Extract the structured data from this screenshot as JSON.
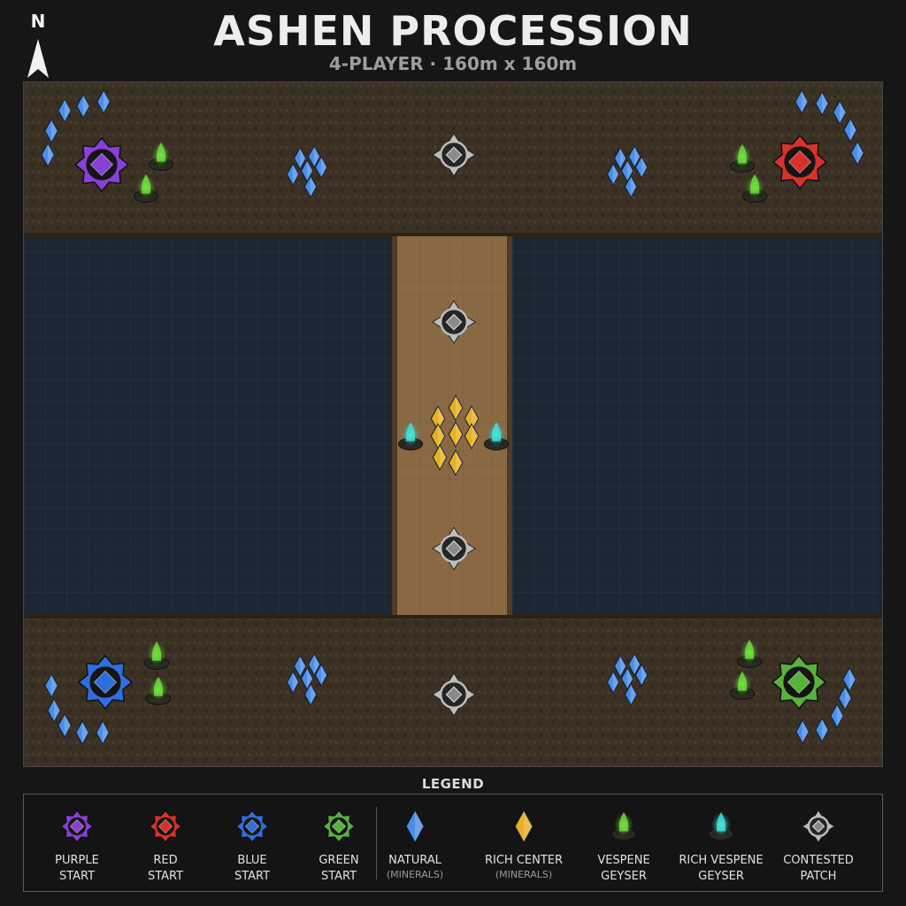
{
  "header": {
    "title": "ASHEN PROCESSION",
    "subtitle": "4-PLAYER · 160m x 160m",
    "north_label": "N"
  },
  "colors": {
    "purple": "#8a3fd8",
    "red": "#d8312a",
    "blue": "#2e6fe0",
    "green": "#57b33a",
    "natural_mineral": "#4a8ee8",
    "rich_mineral": "#e8b020",
    "vespene": "#6fdc3c",
    "rich_vespene": "#3fe0d8",
    "contested": "#bdbdbd",
    "water": "#1c2733",
    "dirt": "#3b3024",
    "sand": "#8a6a45"
  },
  "map": {
    "start_locations": [
      {
        "player": "purple",
        "grid": [
          1,
          1
        ]
      },
      {
        "player": "red",
        "grid": [
          4,
          1
        ]
      },
      {
        "player": "blue",
        "grid": [
          1,
          3
        ]
      },
      {
        "player": "green",
        "grid": [
          4,
          3
        ]
      }
    ],
    "contested_patches": 4,
    "rich_center_minerals": 8,
    "rich_vespene_geysers": 2
  },
  "legend": {
    "title": "LEGEND",
    "items": [
      {
        "icon": "purple-start-icon",
        "label": "PURPLE",
        "label2": "START",
        "sub": ""
      },
      {
        "icon": "red-start-icon",
        "label": "RED",
        "label2": "START",
        "sub": ""
      },
      {
        "icon": "blue-start-icon",
        "label": "BLUE",
        "label2": "START",
        "sub": ""
      },
      {
        "icon": "green-start-icon",
        "label": "GREEN",
        "label2": "START",
        "sub": ""
      },
      {
        "icon": "natural-mineral-icon",
        "label": "NATURAL",
        "label2": "",
        "sub": "(MINERALS)"
      },
      {
        "icon": "rich-mineral-icon",
        "label": "RICH CENTER",
        "label2": "",
        "sub": "(MINERALS)"
      },
      {
        "icon": "vespene-geyser-icon",
        "label": "VESPENE",
        "label2": "GEYSER",
        "sub": ""
      },
      {
        "icon": "rich-vespene-geyser-icon",
        "label": "RICH VESPENE",
        "label2": "GEYSER",
        "sub": ""
      },
      {
        "icon": "contested-patch-icon",
        "label": "CONTESTED",
        "label2": "PATCH",
        "sub": ""
      }
    ]
  }
}
